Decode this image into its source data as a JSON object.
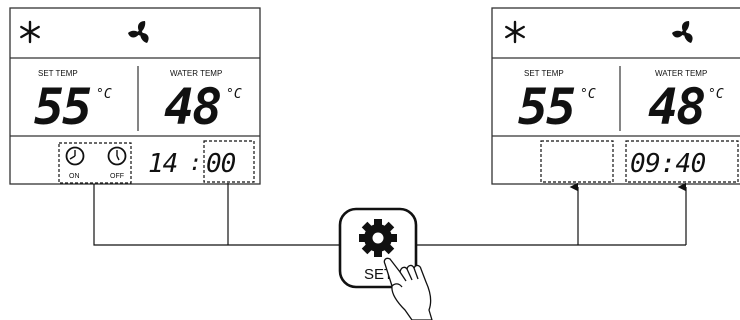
{
  "left_panel": {
    "set_temp_label": "SET TEMP",
    "water_temp_label": "WATER TEMP",
    "set_temp_value": "55",
    "water_temp_value": "48",
    "set_unit": "°C",
    "water_unit": "°C",
    "timer_on_label": "ON",
    "timer_off_label": "OFF",
    "clock_hours": "14",
    "clock_sep": ":",
    "clock_minutes": "00",
    "top_icons": [
      "snowflake-icon",
      "fan-icon"
    ]
  },
  "right_panel": {
    "set_temp_label": "SET TEMP",
    "water_temp_label": "WATER TEMP",
    "set_temp_value": "55",
    "water_temp_value": "48",
    "set_unit": "°C",
    "water_unit": "°C",
    "clock": "09:40",
    "top_icons": [
      "snowflake-icon",
      "fan-icon"
    ]
  },
  "set_button": {
    "label": "SET",
    "icon": "gear-icon"
  },
  "hand_icon": "pointing-hand-icon"
}
